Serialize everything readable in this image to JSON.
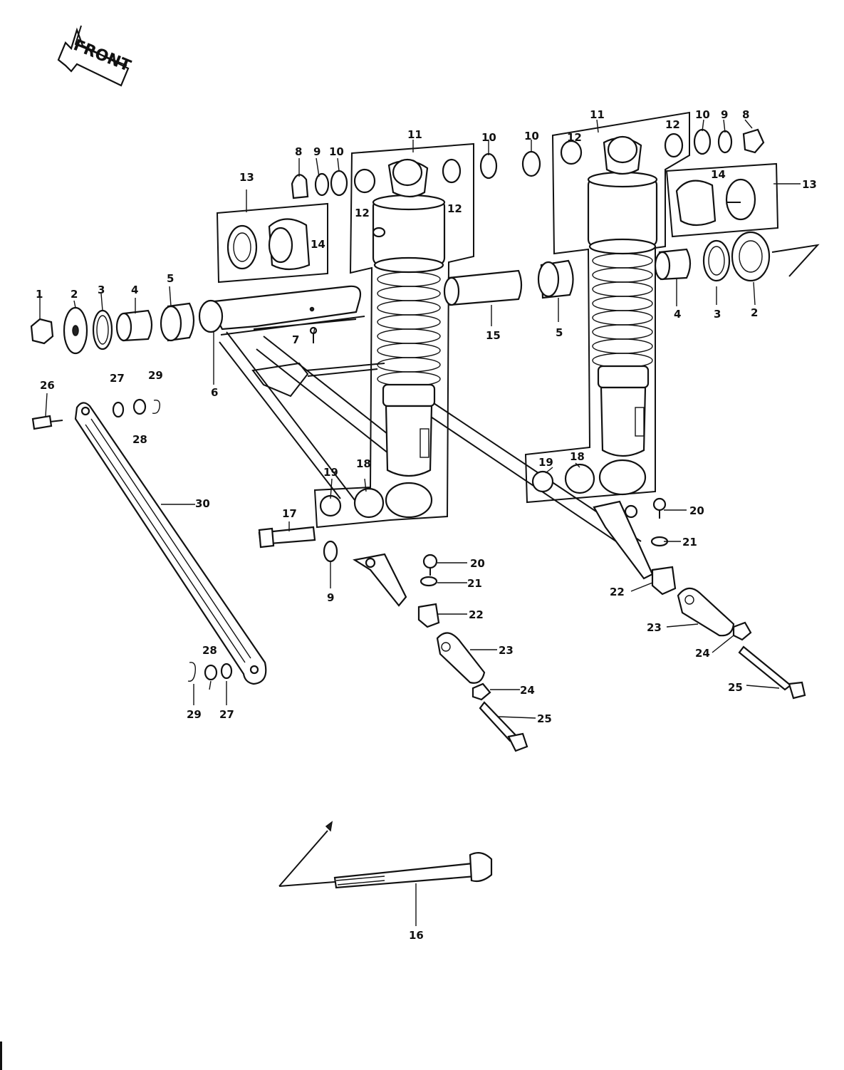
{
  "front_label": "FRONT",
  "callouts": {
    "c1": "1",
    "c2l": "2",
    "c3l": "3",
    "c4l": "4",
    "c5l": "5",
    "c6": "6",
    "c7": "7",
    "c8l": "8",
    "c9l": "9",
    "c10l": "10",
    "c11l": "11",
    "c12la": "12",
    "c12lb": "12",
    "c13l": "13",
    "c14l": "14",
    "c15": "15",
    "c5r": "5",
    "c10ma": "10",
    "c10mb": "10",
    "c11r": "11",
    "c12ra": "12",
    "c12rb": "12",
    "c10r": "10",
    "c9r": "9",
    "c8r": "8",
    "c13r": "13",
    "c14r": "14",
    "c4r": "4",
    "c3r": "3",
    "c2r": "2",
    "c26": "26",
    "c27a": "27",
    "c28a": "28",
    "c29a": "29",
    "c30": "30",
    "c19l": "19",
    "c18l": "18",
    "c17": "17",
    "c9b": "9",
    "c20l": "20",
    "c21l": "21",
    "c22l": "22",
    "c23l": "23",
    "c24l": "24",
    "c25l": "25",
    "c19r": "19",
    "c18r": "18",
    "c20r": "20",
    "c21r": "21",
    "c22r": "22",
    "c23r": "23",
    "c24r": "24",
    "c25r": "25",
    "c28b": "28",
    "c29b": "29",
    "c27b": "27",
    "c16": "16"
  },
  "icons": [
    "front-arrow-icon",
    "direction-arrow-icon"
  ]
}
